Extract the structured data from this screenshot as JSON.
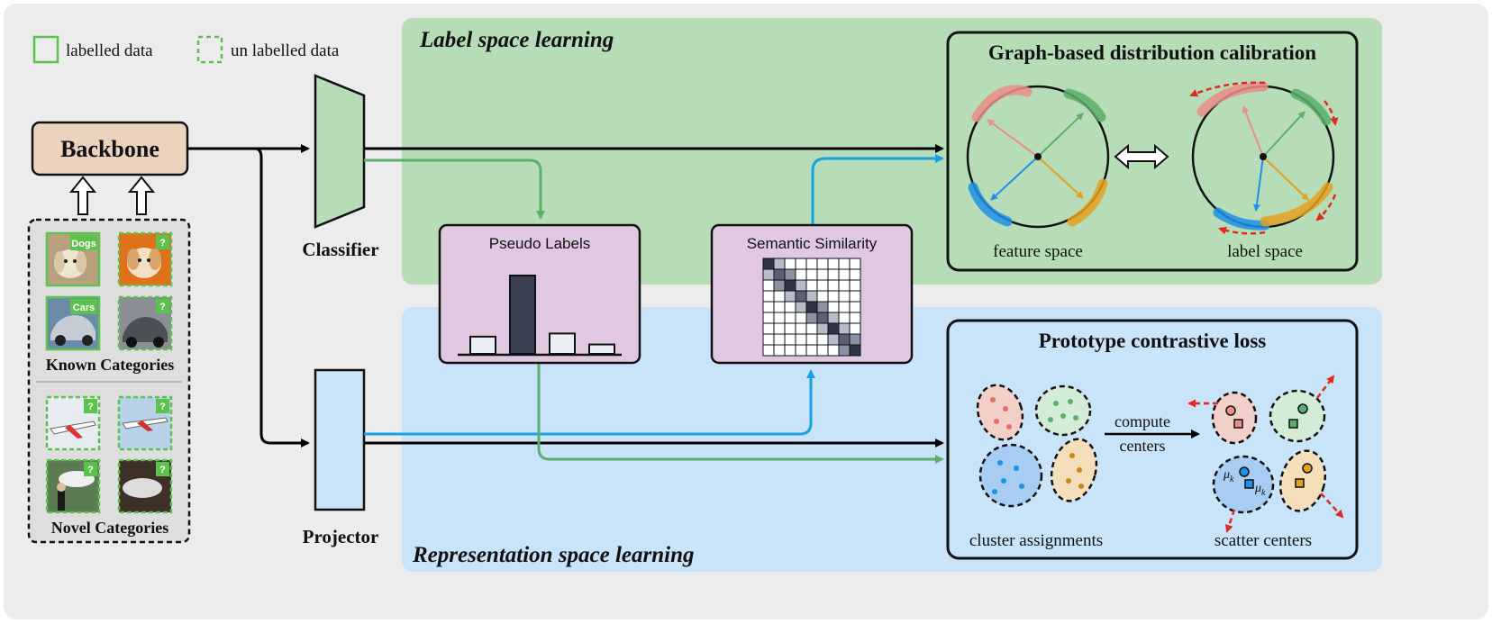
{
  "legend": {
    "labelled": "labelled data",
    "unlabelled": "un labelled data"
  },
  "sections": {
    "label_space": "Label space learning",
    "representation_space": "Representation space learning"
  },
  "modules": {
    "backbone": "Backbone",
    "classifier": "Classifier",
    "projector": "Projector",
    "pseudo_labels": "Pseudo Labels",
    "semantic_similarity": "Semantic Similarity"
  },
  "inputs": {
    "known_title": "Known Categories",
    "novel_title": "Novel Categories",
    "tags": {
      "dogs": "Dogs",
      "cars": "Cars",
      "unknown": "?"
    }
  },
  "pseudo_labels_bars": [
    0.22,
    1.0,
    0.26,
    0.12
  ],
  "graph_panel": {
    "title": "Graph-based distribution calibration",
    "feature_space": "feature space",
    "label_space": "label space"
  },
  "proto_panel": {
    "title": "Prototype contrastive loss",
    "cluster_assignments": "cluster assignments",
    "scatter_centers": "scatter centers",
    "compute": "compute",
    "centers": "centers",
    "mu": "μ",
    "mu_sub": "k"
  },
  "colors": {
    "green_area": "#b6ddb7",
    "blue_area": "#c9e3f8",
    "purple_box": "#e0c8e1",
    "backbone": "#ecd3bd",
    "green_arrow": "#5caf6e",
    "blue_arrow": "#1aa0e4",
    "red_arrow": "#e02a1e",
    "salmon": "#ea8e87",
    "green_cluster": "#5cae6b",
    "blue_cluster": "#1e90e6",
    "orange_cluster": "#e3a11f"
  }
}
